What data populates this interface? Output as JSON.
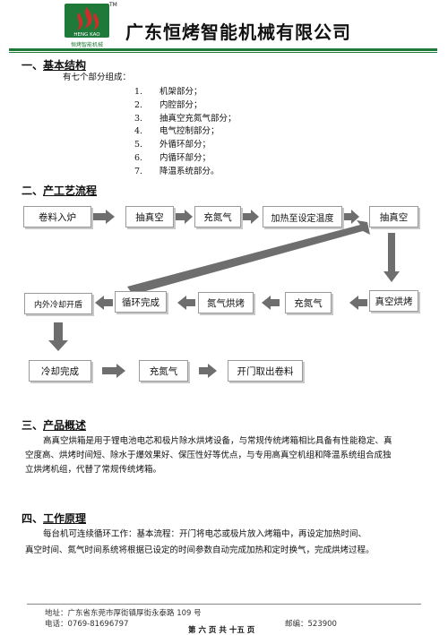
{
  "header": {
    "logo_text": "HENG KAO",
    "logo_sub": "恒烤智能机械",
    "tm": "TM",
    "company": "广东恒烤智能机械有限公司"
  },
  "section1": {
    "number": "一、",
    "title": "基本结构",
    "intro": "有七个部分组成：",
    "items": [
      {
        "num": "1.",
        "text": "机架部分；"
      },
      {
        "num": "2.",
        "text": "内腔部分；"
      },
      {
        "num": "3.",
        "text": "抽真空充氮气部分；"
      },
      {
        "num": "4.",
        "text": "电气控制部分；"
      },
      {
        "num": "5.",
        "text": "外循环部分；"
      },
      {
        "num": "6.",
        "text": "内循环部分；"
      },
      {
        "num": "7.",
        "text": "降温系统部分。"
      }
    ]
  },
  "section2": {
    "number": "二、",
    "title": "产工艺流程",
    "steps": {
      "s1": "卷料入炉",
      "s2": "抽真空",
      "s3": "充氮气",
      "s4": "加热至设定温度",
      "s5": "抽真空",
      "s6": "真空烘烤",
      "s7": "充氮气",
      "s8": "氮气烘烤",
      "s9": "循环完成",
      "s10": "内外冷却开盾",
      "s11": "冷却完成",
      "s12": "充氮气",
      "s13": "开门取出卷料"
    }
  },
  "section3": {
    "number": "三、",
    "title": "产品概述",
    "lines": [
      "高真空烘箱是用于锂电池电芯和极片除水烘烤设备，与常规传统烤箱相比具备有性能稳定、真",
      "空度高、烘烤时间短、除水于爆效果好、保压性好等优点，与专用高真空机组和降温系统组合成独",
      "立烘烤机组，代替了常规传统烤箱。"
    ]
  },
  "section4": {
    "number": "四、",
    "title": "工作原理",
    "lines": [
      "每台机可连续循环工作：基本流程：开门将电芯或极片放入烤箱中，再设定加热时间、",
      "真空时间、氮气时间系统将根据已设定的时间参数自动完成加热和定时换气，完成烘烤过程。"
    ]
  },
  "footer": {
    "address": "地址：广东省东莞市厚街镇厚街永泰路 109 号",
    "phone": "电话：0769-81696797",
    "postcode": "邮编：523900",
    "page": "第 六 页 共 十五 页"
  },
  "colors": {
    "brand_green": "#1f7a3a",
    "arrow_gray": "#6e6e6e",
    "logo_red": "#d22b2b"
  }
}
